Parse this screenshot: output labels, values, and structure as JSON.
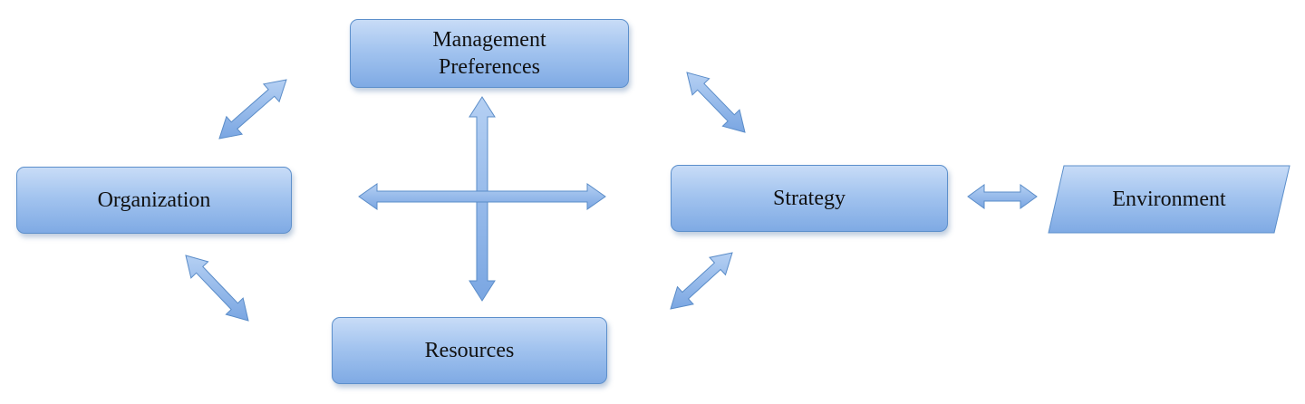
{
  "diagram": {
    "nodes": {
      "management_preferences": "Management\nPreferences",
      "organization": "Organization",
      "strategy": "Strategy",
      "resources": "Resources",
      "environment": "Environment"
    },
    "colors": {
      "fill_top": "#c8dcf7",
      "fill_bottom": "#7faae4",
      "border": "#5c8fcb",
      "arrow_fill": "#8fb6ea",
      "arrow_stroke": "#5a8cc8",
      "text": "#111111"
    },
    "connectors": [
      {
        "from": "organization",
        "to": "management_preferences",
        "direction": "both"
      },
      {
        "from": "management_preferences",
        "to": "strategy",
        "direction": "both"
      },
      {
        "from": "organization",
        "to": "resources",
        "direction": "both"
      },
      {
        "from": "resources",
        "to": "strategy",
        "direction": "both"
      },
      {
        "from": "management_preferences",
        "to": "resources",
        "direction": "both"
      },
      {
        "from": "organization",
        "to": "strategy",
        "direction": "both"
      },
      {
        "from": "strategy",
        "to": "environment",
        "direction": "both"
      }
    ]
  }
}
